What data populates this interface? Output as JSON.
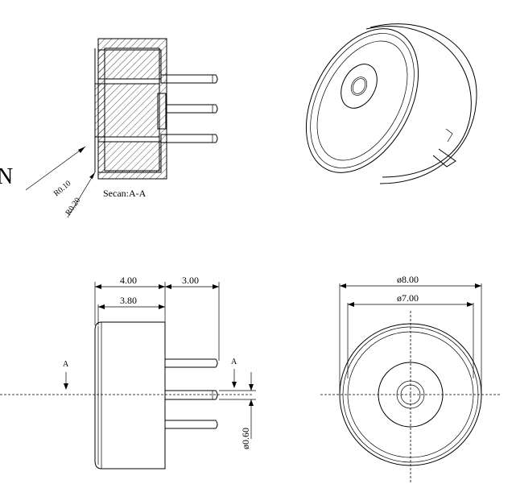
{
  "labels": {
    "letter_n": "N",
    "radius_outer": "R0.10",
    "radius_inner": "R0.20",
    "section_title": "Secan:A-A",
    "section_mark_left": "A",
    "section_mark_right": "A"
  },
  "dimensions": {
    "overall_length": "4.00",
    "pin_length": "3.00",
    "body_length": "3.80",
    "pin_diameter": "ø0.60",
    "outer_diameter": "ø8.00",
    "inner_diameter": "ø7.00"
  },
  "colors": {
    "line": "#000000",
    "background": "#ffffff"
  }
}
